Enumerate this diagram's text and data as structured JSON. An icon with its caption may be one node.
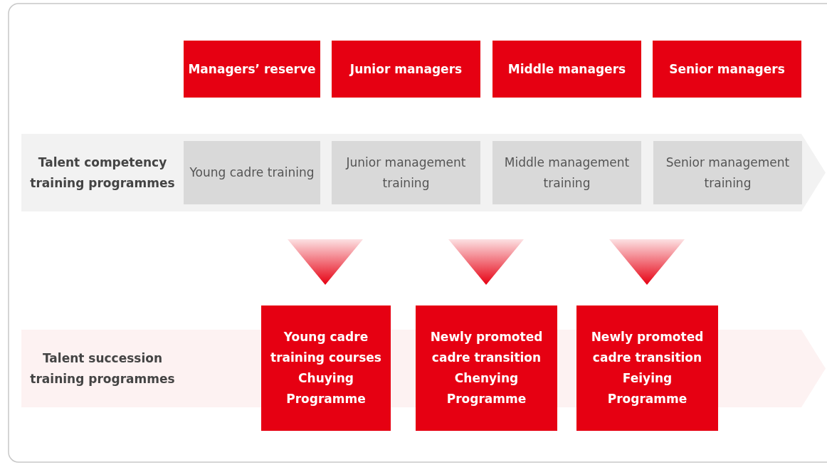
{
  "diagram": {
    "nodes": [
      {
        "text": [
          "Managers’ reserve"
        ]
      },
      {
        "text": [
          "Junior managers"
        ]
      },
      {
        "text": [
          "Middle managers"
        ]
      },
      {
        "text": [
          "Senior managers"
        ]
      },
      {
        "text": [
          "Talent competency training programmes"
        ]
      },
      {
        "text": [
          "Young cadre training"
        ],
        "in": 4
      },
      {
        "text": [
          "Junior management training"
        ],
        "in": 4
      },
      {
        "text": [
          "Middle management training"
        ],
        "in": 4
      },
      {
        "text": [
          "Senior management training"
        ],
        "in": 4
      },
      {
        "text": [
          "Talent succession training programmes"
        ]
      },
      {
        "text": [
          "Young cadre training courses",
          "Chuying Programme"
        ]
      },
      {
        "text": [
          "Newly promoted cadre transition",
          "Chenying Programme"
        ]
      },
      {
        "text": [
          "Newly promoted cadre transition",
          "Feiying Programme"
        ]
      }
    ]
  }
}
